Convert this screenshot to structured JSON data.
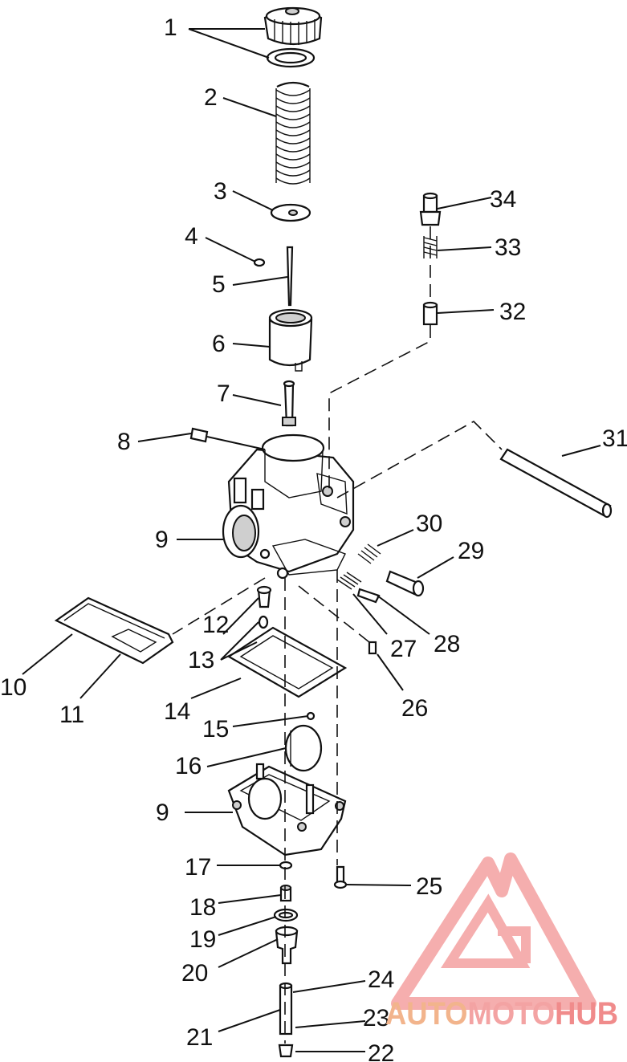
{
  "callouts": {
    "c1": "1",
    "c2": "2",
    "c3": "3",
    "c4": "4",
    "c5": "5",
    "c6": "6",
    "c7": "7",
    "c8": "8",
    "c9a": "9",
    "c9b": "9",
    "c10": "10",
    "c11": "11",
    "c12": "12",
    "c13": "13",
    "c14": "14",
    "c15": "15",
    "c16": "16",
    "c17": "17",
    "c18": "18",
    "c19": "19",
    "c20": "20",
    "c21": "21",
    "c22": "22",
    "c23": "23",
    "c24": "24",
    "c25": "25",
    "c26": "26",
    "c27": "27",
    "c28": "28",
    "c29": "29",
    "c30": "30",
    "c31": "31",
    "c32": "32",
    "c33": "33",
    "c34": "34"
  },
  "watermark": {
    "part1": "AUTO",
    "part2": "MOTO",
    "part3": "HUB",
    "color_part1": "#f2b48c",
    "color_part2": "#f3a3a3",
    "color_part3": "#f08b8b",
    "logo_color": "#f4a0a0"
  }
}
